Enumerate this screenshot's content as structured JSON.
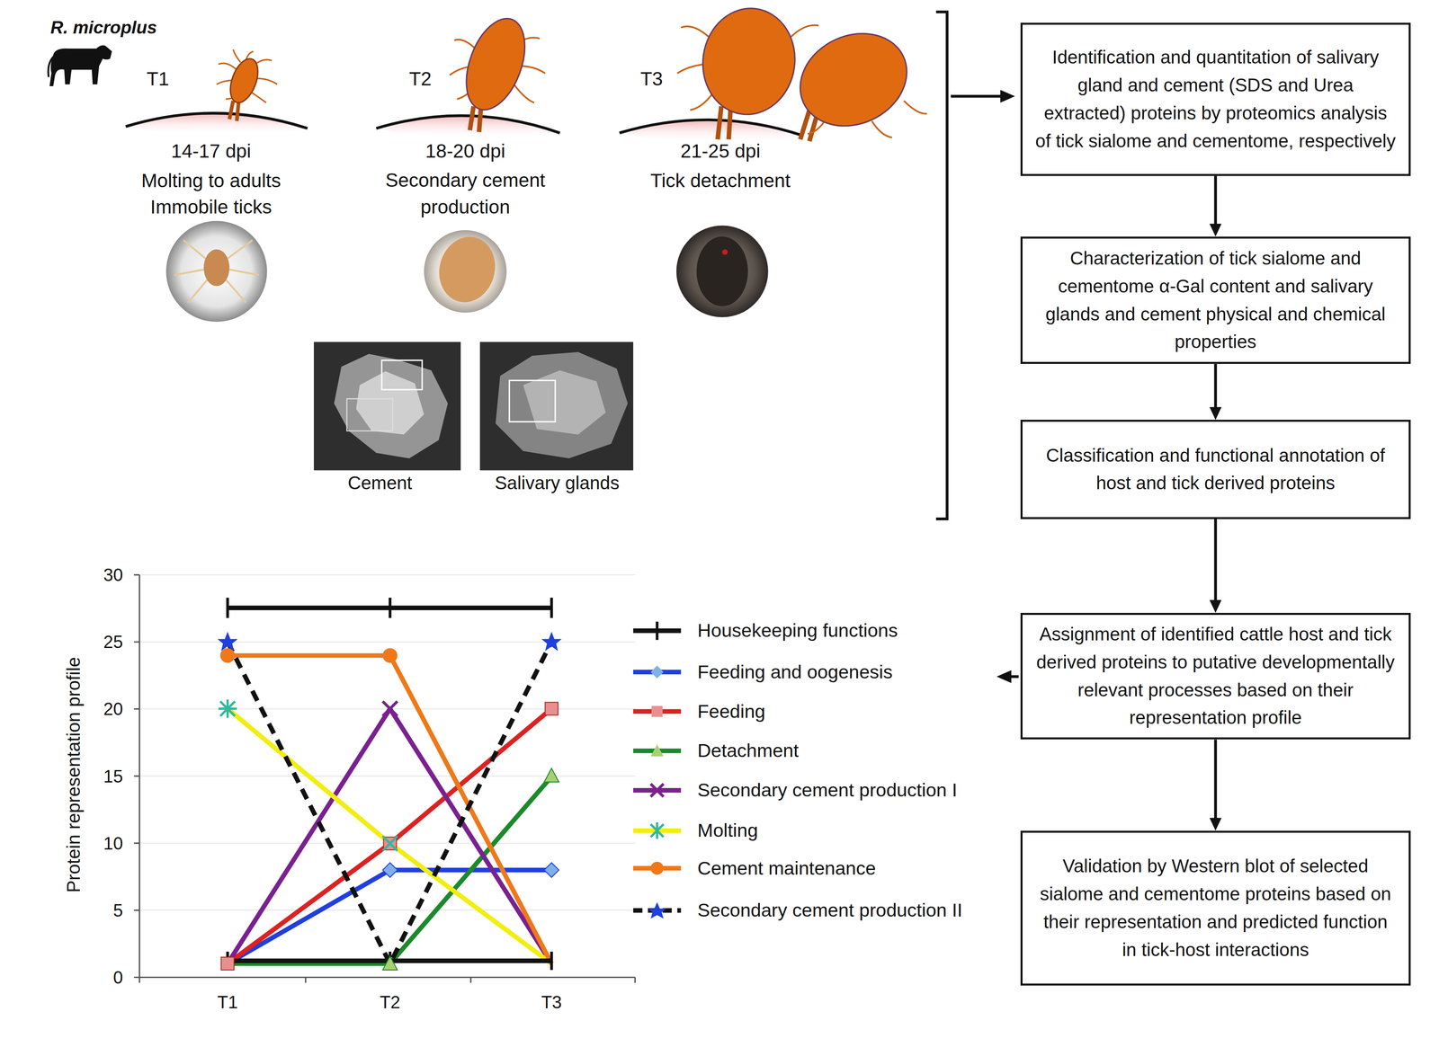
{
  "diagram": {
    "nodes": [
      {
        "text": [
          "Identification and quantitation of salivary gland and cement (SDS and Urea extracted) proteins by proteomics analysis of tick sialome and cementome, respectively"
        ]
      },
      {
        "text": [
          "Characterization of tick sialome and cementome α-Gal content and salivary glands and cement physical and chemical properties"
        ]
      },
      {
        "text": [
          "Classification and functional annotation of host and tick derived proteins"
        ]
      },
      {
        "text": [
          "Assignment of identified cattle host and tick derived proteins to putative developmentally relevant processes based on their representation profile"
        ]
      },
      {
        "text": [
          "Validation by Western blot of selected sialome and cementome proteins based on their representation and predicted function in tick-host interactions"
        ]
      }
    ],
    "edges": [
      {
        "from": 0,
        "to": 1,
        "arrow": "to"
      },
      {
        "from": 1,
        "to": 2,
        "arrow": "to"
      },
      {
        "from": 2,
        "to": 3,
        "arrow": "to"
      },
      {
        "from": 3,
        "to": 4,
        "arrow": "to"
      }
    ],
    "labels": [
      "R. microplus",
      "T1",
      "14-17 dpi",
      "Molting to adults",
      "Immobile ticks",
      "T2",
      "18-20 dpi",
      "Secondary cement production",
      "T3",
      "21-25 dpi",
      "Tick detachment",
      "Cement",
      "Salivary glands",
      "30",
      "25",
      "20",
      "15",
      "10",
      "5",
      "0",
      "Protein representation profile",
      "T1",
      "T2",
      "T3"
    ],
    "legend": [
      {
        "text": "Housekeeping functions"
      },
      {
        "text": "Feeding and oogenesis"
      },
      {
        "text": "Feeding"
      },
      {
        "text": "Detachment"
      },
      {
        "text": "Secondary cement production I"
      },
      {
        "text": "Molting"
      },
      {
        "text": "Cement maintenance"
      },
      {
        "text": "Secondary cement production II"
      }
    ]
  }
}
